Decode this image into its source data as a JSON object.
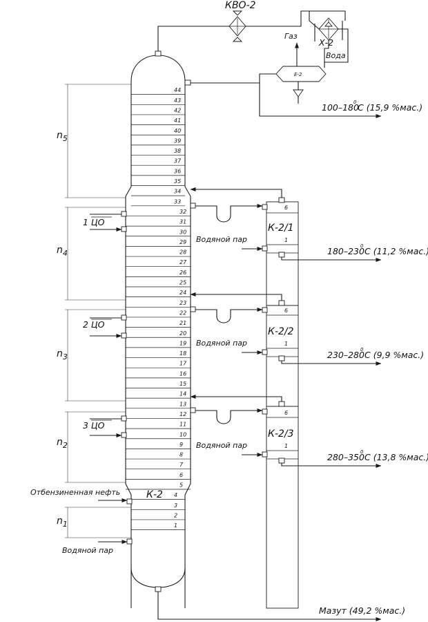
{
  "column": {
    "name": "К-2",
    "trays": [
      "44",
      "43",
      "42",
      "41",
      "40",
      "39",
      "38",
      "37",
      "36",
      "35",
      "34",
      "33",
      "32",
      "31",
      "30",
      "29",
      "28",
      "27",
      "26",
      "25",
      "24",
      "23",
      "22",
      "21",
      "20",
      "19",
      "18",
      "17",
      "16",
      "15",
      "14",
      "13",
      "12",
      "11",
      "10",
      "9",
      "8",
      "7",
      "6",
      "5",
      "4",
      "3",
      "2",
      "1"
    ]
  },
  "sections": {
    "n5": "n",
    "n5_sub": "5",
    "n4": "n",
    "n4_sub": "4",
    "n3": "n",
    "n3_sub": "3",
    "n2": "n",
    "n2_sub": "2",
    "n1": "n",
    "n1_sub": "1"
  },
  "pumparounds": {
    "p1": "1 ЦО",
    "p2": "2 ЦО",
    "p3": "3 ЦО"
  },
  "strippers": {
    "s1": {
      "name": "К-2/1",
      "top_tray": "6",
      "bottom_tray": "1"
    },
    "s2": {
      "name": "К-2/2",
      "top_tray": "6",
      "bottom_tray": "1"
    },
    "s3": {
      "name": "К-2/3",
      "top_tray": "6",
      "bottom_tray": "1"
    }
  },
  "equipment": {
    "air_cooler": "КВО-2",
    "cooler": "Х-2",
    "separator": "Е-2"
  },
  "streams": {
    "gas": "Газ",
    "water": "Вода",
    "steam": "Водяной пар",
    "feed": "Отбензиненная нефть",
    "fraction_top": "100–180",
    "fraction_top_unit": "С (15,9 %мас.)",
    "fraction_1": "180–230",
    "fraction_1_unit": "С (11,2 %мас.)",
    "fraction_2": "230–280",
    "fraction_2_unit": "С (9,9 %мас.)",
    "fraction_3": "280–350",
    "fraction_3_unit": "С (13,8 %мас.)",
    "residue": "Мазут (49,2 %мас.)",
    "degree": "0"
  }
}
